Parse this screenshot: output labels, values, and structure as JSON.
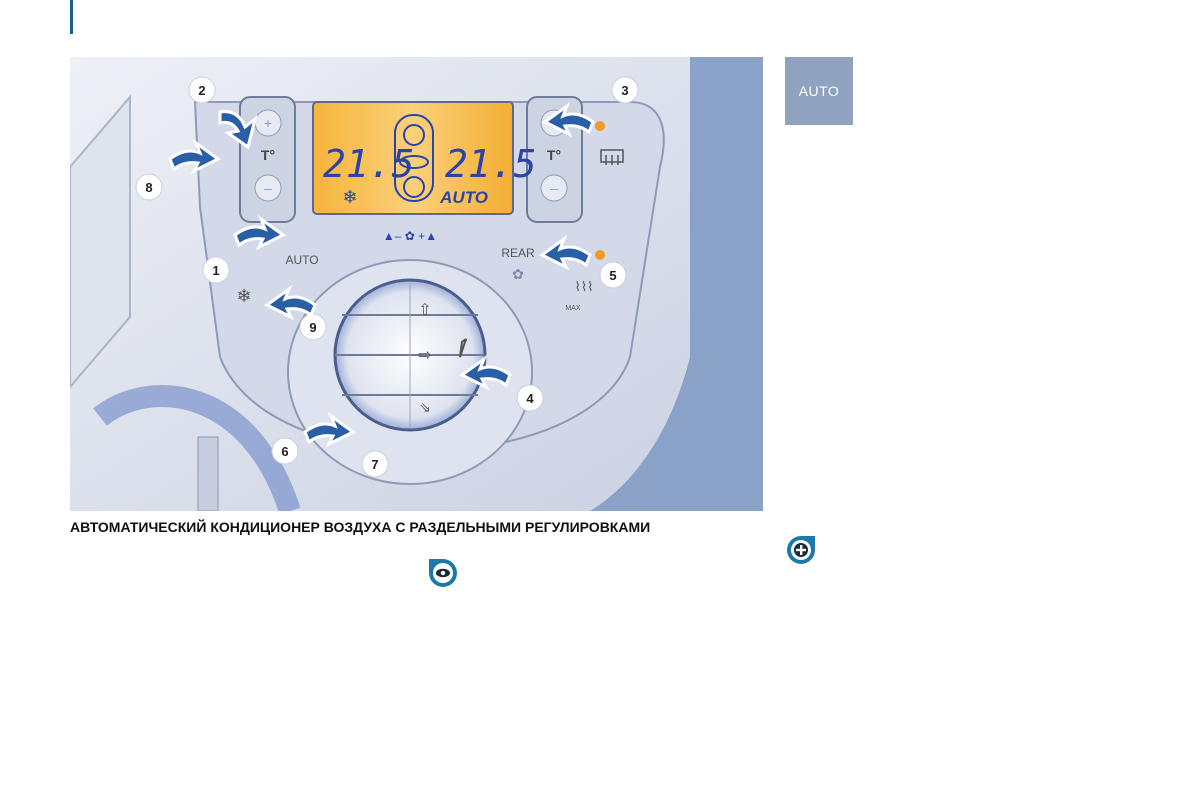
{
  "badge": {
    "label": "AUTO"
  },
  "caption": "АВТОМАТИЧЕСКИЙ КОНДИЦИОНЕР ВОЗДУХА С РАЗДЕЛЬНЫМИ РЕГУЛИРОВКАМИ",
  "panel": {
    "display_left_temp": "21.5",
    "display_right_temp": "21.5",
    "display_mode": "AUTO",
    "left_temp_label": "T°",
    "right_temp_label": "T°",
    "plus": "+",
    "minus": "–",
    "auto_button_label": "AUTO",
    "rear_button_label": "REAR",
    "max_label": "MAX",
    "fan_label": "▲– ✿ +▲",
    "callouts": [
      "1",
      "2",
      "3",
      "4",
      "5",
      "6",
      "7",
      "8",
      "9"
    ]
  },
  "icons": [
    "eye-icon",
    "plus-icon",
    "arrow-icon",
    "fan-icon",
    "snowflake-icon",
    "defrost-icon"
  ],
  "colors": {
    "accent": "#1d5f8a",
    "badge": "#8fa2bf",
    "display": "#f2b23b",
    "panel_blue": "#8aa1c8"
  }
}
